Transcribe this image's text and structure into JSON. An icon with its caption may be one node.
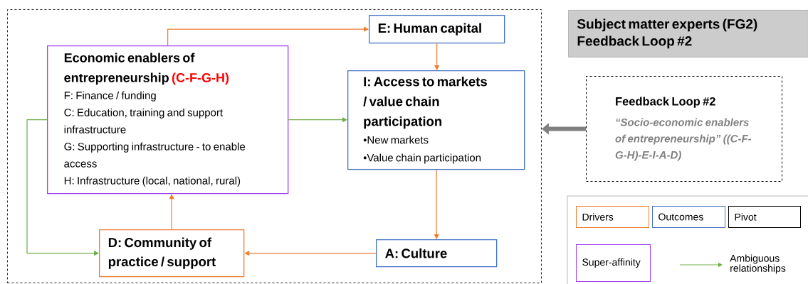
{
  "diagram": {
    "nodes": [
      {
        "text": [],
        "shape": "box"
      },
      {
        "text": [
          "Economic enablers of entrepreneurship",
          "(C-F-G-H)",
          "F: Finance / funding",
          "C: Education, training and support infrastructure",
          "G: Supporting infrastructure - to enable access",
          "H: Infrastructure (local, national, rural)"
        ],
        "in": 0
      },
      {
        "text": [
          "E: Human capital"
        ],
        "in": 0
      },
      {
        "text": [
          "I: Access to markets / value chain participation",
          "•New markets",
          "•Value chain participation"
        ],
        "in": 0
      },
      {
        "text": [
          "D: Community of practice / support"
        ],
        "in": 0
      },
      {
        "text": [
          "A: Culture"
        ],
        "in": 0
      },
      {
        "text": [
          "Subject matter experts (FG2) Feedback Loop #2"
        ]
      },
      {
        "text": [
          "Feedback Loop #2",
          "“Socio-economic enablers of entrepreneurship” ((C-F-G-H)-E-I-A-D)"
        ]
      }
    ],
    "edges": [
      {
        "from": 1,
        "to": 2,
        "arrow": "to"
      },
      {
        "from": 2,
        "to": 3,
        "arrow": "to"
      },
      {
        "from": 1,
        "to": 3,
        "arrow": "to",
        "color": "#70ad47"
      },
      {
        "from": 1,
        "to": 4,
        "arrow": "to",
        "color": "#70ad47"
      },
      {
        "from": 3,
        "to": 5,
        "arrow": "to"
      },
      {
        "from": 5,
        "to": 4,
        "arrow": "to"
      },
      {
        "from": 4,
        "to": 1,
        "arrow": "to"
      },
      {
        "from": 7,
        "to": 0,
        "arrow": "to",
        "style": "thick",
        "color": "#808080"
      }
    ],
    "legend": [
      {
        "text": "Drivers"
      },
      {
        "text": "Outcomes"
      },
      {
        "text": "Pivot"
      },
      {
        "text": "Super-affinity"
      },
      {
        "text": "Ambiguous relationships"
      }
    ]
  }
}
